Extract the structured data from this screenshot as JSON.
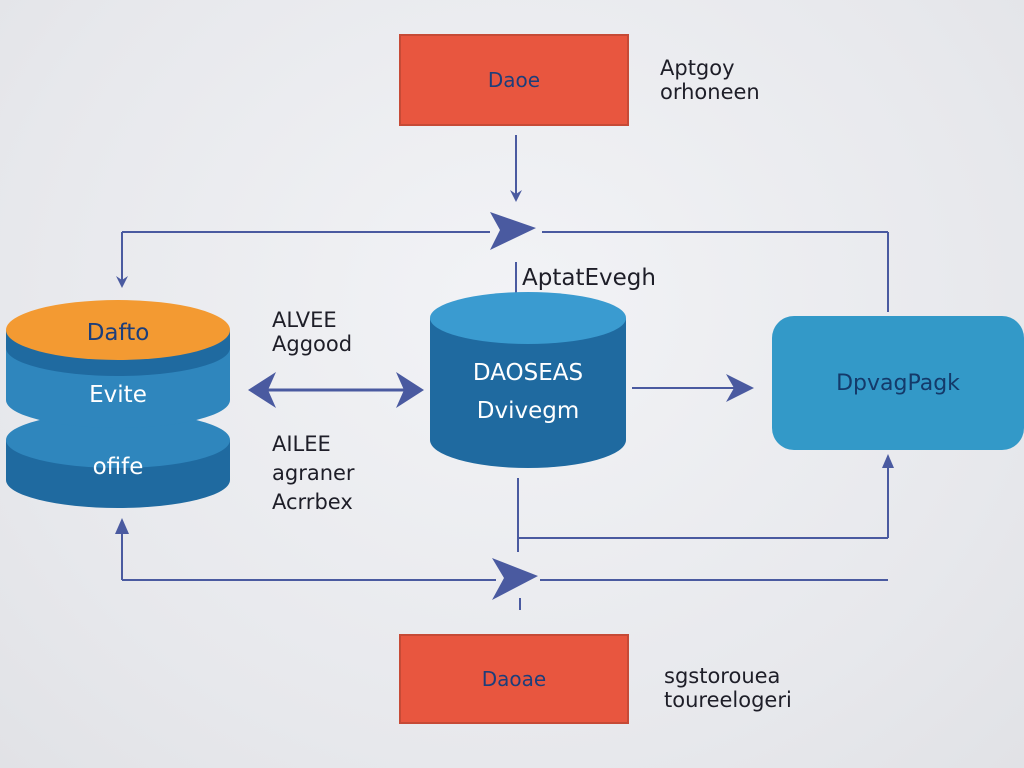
{
  "top_box": {
    "label": "Daoe"
  },
  "top_note": {
    "line1": "Aptgoy",
    "line2": "orhoneen"
  },
  "center_arrow_label": "AptatEvegh",
  "left_upper_label": {
    "line1": "ALVEE",
    "line2": "Aggood"
  },
  "left_lower_label": {
    "line1": "AILEE",
    "line2": "agraner",
    "line3": "Acrrbex"
  },
  "left_stack": {
    "top": "Dafto",
    "middle": "Evite",
    "bottom": "ofife"
  },
  "center_db": {
    "line1": "DAOSEAS",
    "line2": "Dvivegm"
  },
  "right_box": {
    "label": "DpvagPagk"
  },
  "bottom_box": {
    "label": "Daoae"
  },
  "bottom_note": {
    "line1": "sgstorouea",
    "line2": "toureelogeri"
  },
  "colors": {
    "red": "#e8563f",
    "blue_dark": "#1f6aa0",
    "blue_mid": "#2f86bd",
    "blue_light": "#3399c8",
    "orange": "#f39a32",
    "wire": "#4a5aa0"
  }
}
